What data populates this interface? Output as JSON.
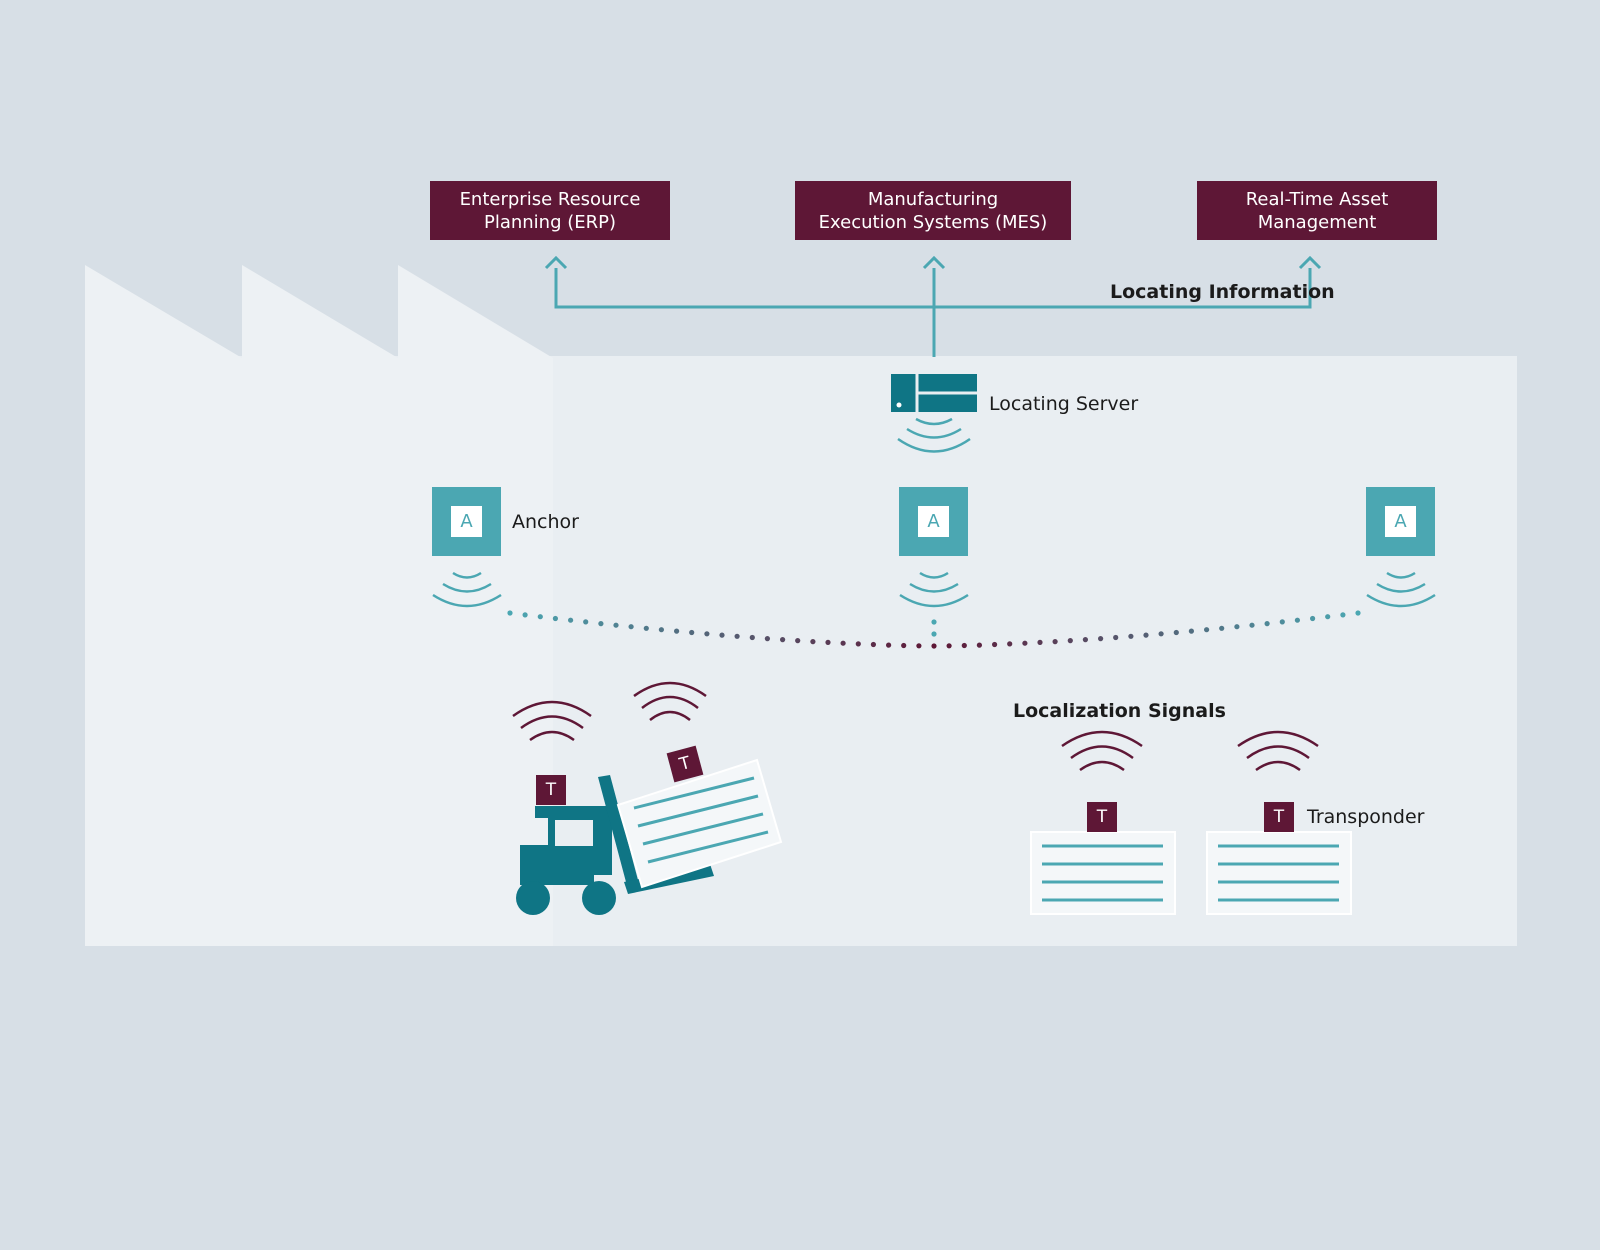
{
  "systems": {
    "erp": "Enterprise Resource\nPlanning (ERP)",
    "mes": "Manufacturing\nExecution Systems (MES)",
    "rtam": "Real-Time Asset\nManagement"
  },
  "labels": {
    "locating_information": "Locating Information",
    "locating_server": "Locating Server",
    "anchor": "Anchor",
    "localization_signals": "Localization Signals",
    "transponder": "Transponder"
  },
  "anchor_letter": "A",
  "transponder_letter": "T",
  "colors": {
    "background": "#d7dfe6",
    "factory": "#e9eef2",
    "factory_roof": "#edf1f4",
    "maroon": "#5e1736",
    "teal": "#4ba7b2",
    "dark_teal": "#0f7585"
  },
  "icons": [
    "factory-silhouette",
    "server-icon",
    "anchor-icon",
    "forklift-icon",
    "transponder-tag-icon",
    "wireless-signal-icon",
    "pallet-icon"
  ]
}
